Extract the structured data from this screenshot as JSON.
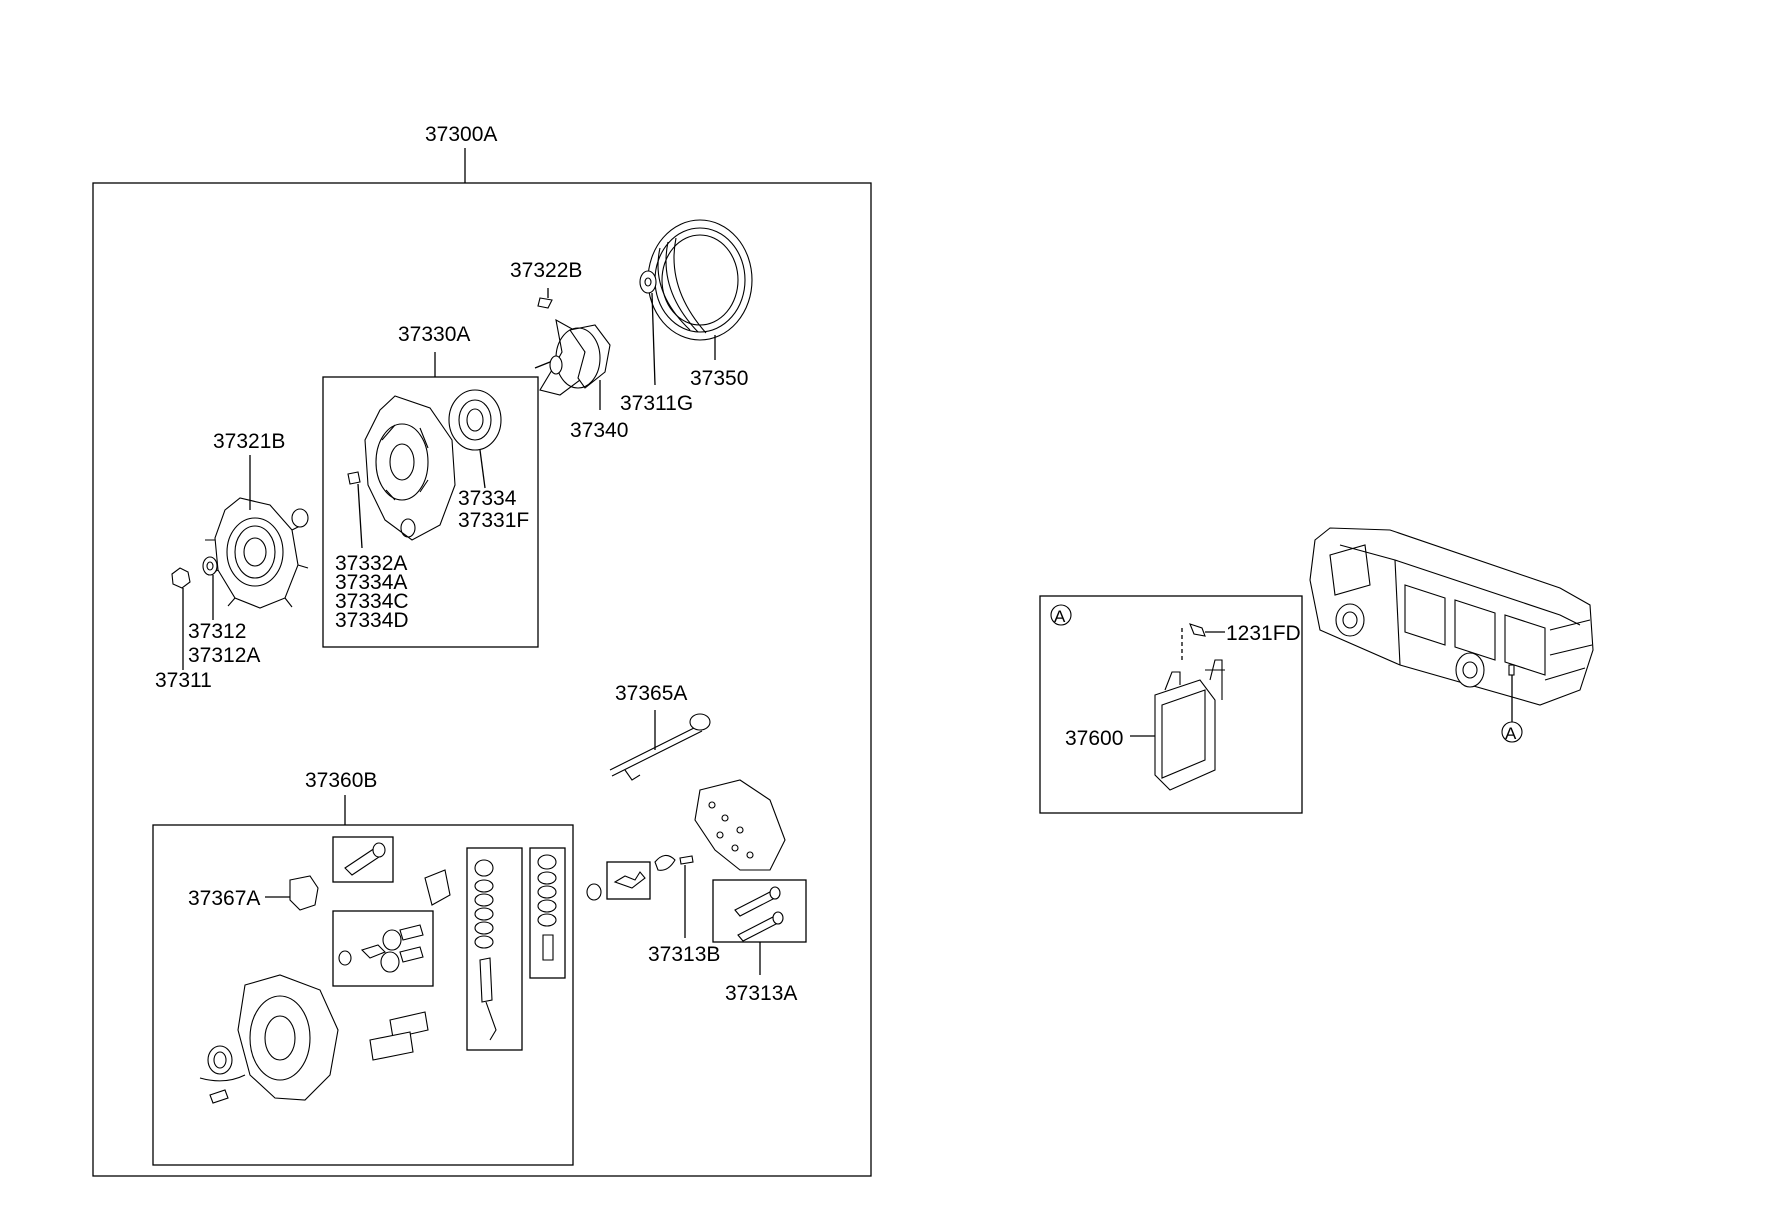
{
  "labels": {
    "assembly": "37300A",
    "wedge": "37322B",
    "bracket_assy": "37330A",
    "pulley_housing": "37350",
    "spacer": "37311G",
    "rotor": "37340",
    "fan": "37321B",
    "bearing": "37334",
    "bearing_retainer": "37331F",
    "screw_a": "37332A",
    "screw_b": "37334A",
    "screw_c": "37334C",
    "screw_d": "37334D",
    "nut": "37312",
    "washer": "37312A",
    "pulley_nut": "37311",
    "sensor": "37365A",
    "rectifier_assy": "37360B",
    "regulator": "37367A",
    "bolt_b": "37313B",
    "bolt_a": "37313A",
    "callout_marker": "A",
    "screw_1231": "1231FD",
    "control_unit": "37600",
    "vehicle_marker": "A"
  }
}
